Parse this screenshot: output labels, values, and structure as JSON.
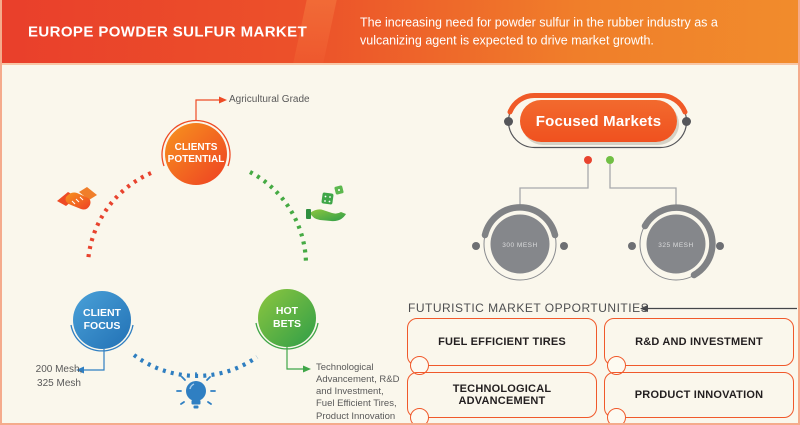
{
  "header": {
    "title": "EUROPE POWDER SULFUR MARKET",
    "tagline": "The increasing need for powder sulfur in the rubber industry as a\nvulcanizing agent is expected to drive market growth."
  },
  "cycle": {
    "top": {
      "label": "CLIENTS\nPOTENTIAL",
      "callout": "Agricultural Grade"
    },
    "left": {
      "label": "CLIENT\nFOCUS",
      "callout": "200 Mesh,\n325 Mesh"
    },
    "right": {
      "label": "HOT\nBETS",
      "callout": "Technological\nAdvancement, R&D\nand Investment,\nFuel Efficient Tires,\nProduct Innovation"
    },
    "icons": [
      "handshake-icon",
      "money-hand-icon",
      "lightbulb-icon"
    ]
  },
  "focused_markets": {
    "title": "Focused Markets",
    "gauges": [
      {
        "label": "300 MESH"
      },
      {
        "label": "325 MESH"
      }
    ]
  },
  "opportunities": {
    "title": "FUTURISTIC MARKET OPPORTUNITIES",
    "items": [
      {
        "label": "FUEL EFFICIENT TIRES"
      },
      {
        "label": "R&D AND INVESTMENT"
      },
      {
        "label": "TECHNOLOGICAL ADVANCEMENT"
      },
      {
        "label": "PRODUCT INNOVATION"
      }
    ]
  },
  "colors": {
    "accent_orange": "#f15b2b",
    "red_orange": "#e8432e",
    "blue": "#2f7fc2",
    "green": "#3fa648",
    "gauge_gray": "#808285",
    "background_cream": "#faf7ec"
  }
}
